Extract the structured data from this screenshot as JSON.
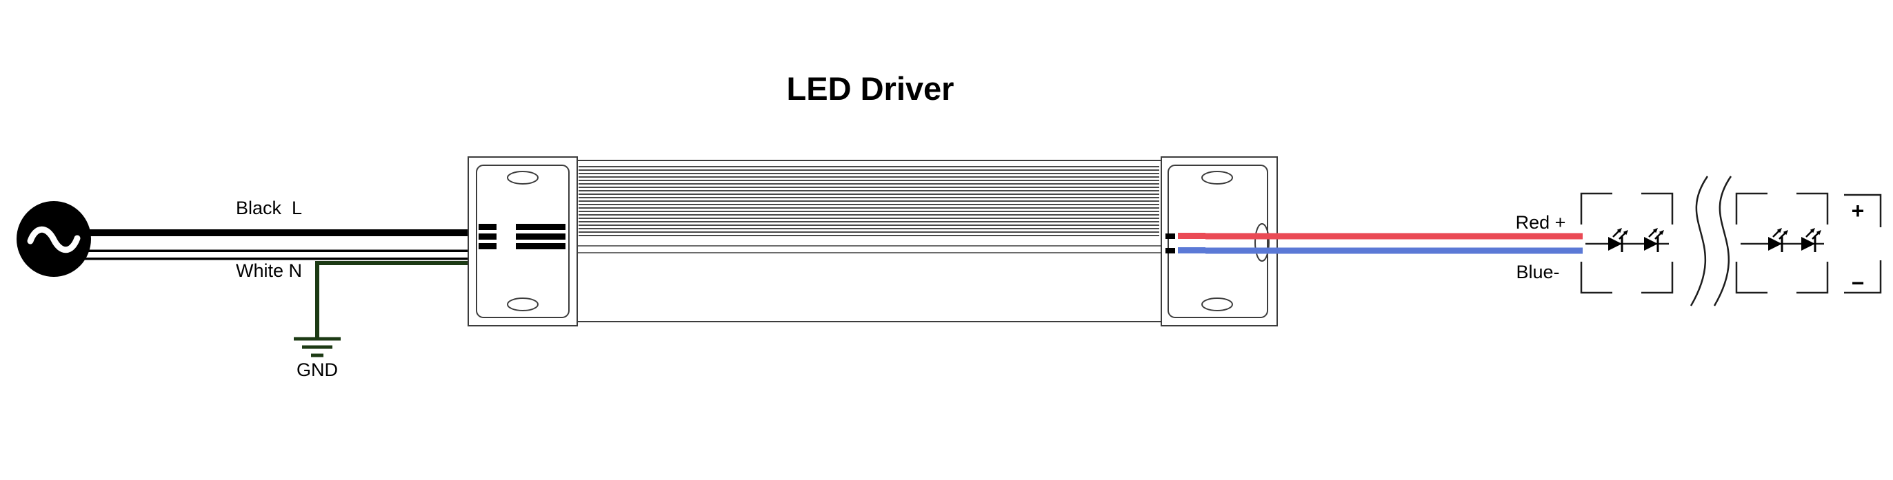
{
  "title": "LED Driver",
  "input": {
    "line_label": "Black  L",
    "neutral_label": "White N",
    "ground_label": "GND"
  },
  "output": {
    "positive_label": "Red +",
    "negative_label": "Blue-"
  },
  "led_strip": {
    "plus_label": "+",
    "minus_label": "−"
  },
  "colors": {
    "wire_black": "#000000",
    "wire_white": "#ffffff",
    "wire_green": "#1c3a14",
    "wire_red": "#ea4a55",
    "wire_blue": "#5b79d6"
  },
  "icons": {
    "source": "ac-source-icon",
    "earth": "ground-icon",
    "led": "led-icon",
    "break": "continuation-break-icon"
  }
}
